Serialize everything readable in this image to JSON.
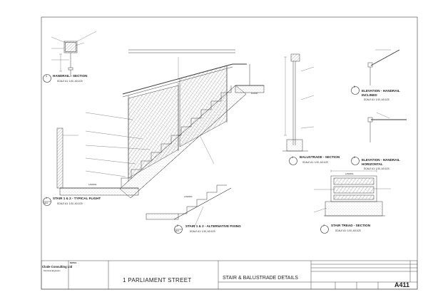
{
  "details": [
    {
      "num": "3",
      "sheet": "-",
      "title": "HANDRAIL - SECTION",
      "scale": "SCALE A1: 1/10, A3:1/20"
    },
    {
      "num": "1",
      "sheet": "A421",
      "title": "STAIR 1 & 2 - TYPICAL FLIGHT",
      "scale": "SCALE A1: 1/10, A3:1/20"
    },
    {
      "num": "2",
      "sheet": "A421",
      "title": "STAIR 1 & 2 - ALTERNATIVE FIXING",
      "scale": "SCALE A1: 1/10, A3:1/20"
    },
    {
      "num": "4",
      "sheet": "-",
      "title": "BALUSTRADE - SECTION",
      "scale": "SCALE A1: 1/10, A3:1/20"
    },
    {
      "num": "5",
      "sheet": "-",
      "title": "ELEVATION - HANDRAIL INCLINED",
      "scale": "SCALE A1: 1/10, A3:1/20"
    },
    {
      "num": "6",
      "sheet": "-",
      "title": "ELEVATION - HANDRAIL HORIZONTAL",
      "scale": "SCALE A1: 1/10, A3:1/20"
    },
    {
      "num": "7",
      "sheet": "-",
      "title": "STAIR TREAD - SECTION",
      "scale": "SCALE A1: 1/10, A3:1/20"
    }
  ],
  "labels": {
    "floor": "FLOOR",
    "landing": "LANDING",
    "landing2": "LANDING",
    "landing3": "LANDING"
  },
  "title_block": {
    "company": "Clode Consulting Ltd",
    "company_sub": "Structural Engineers",
    "notes_heading": "NOTES:",
    "project": "1 PARLIAMENT STREET",
    "drawing_title": "STAIR & BALUSTRADE DETAILS",
    "drawing_number": "A411"
  },
  "colors": {
    "line": "#3a3a3a",
    "hatch": "#6a6a6a",
    "paper": "#ffffff"
  }
}
